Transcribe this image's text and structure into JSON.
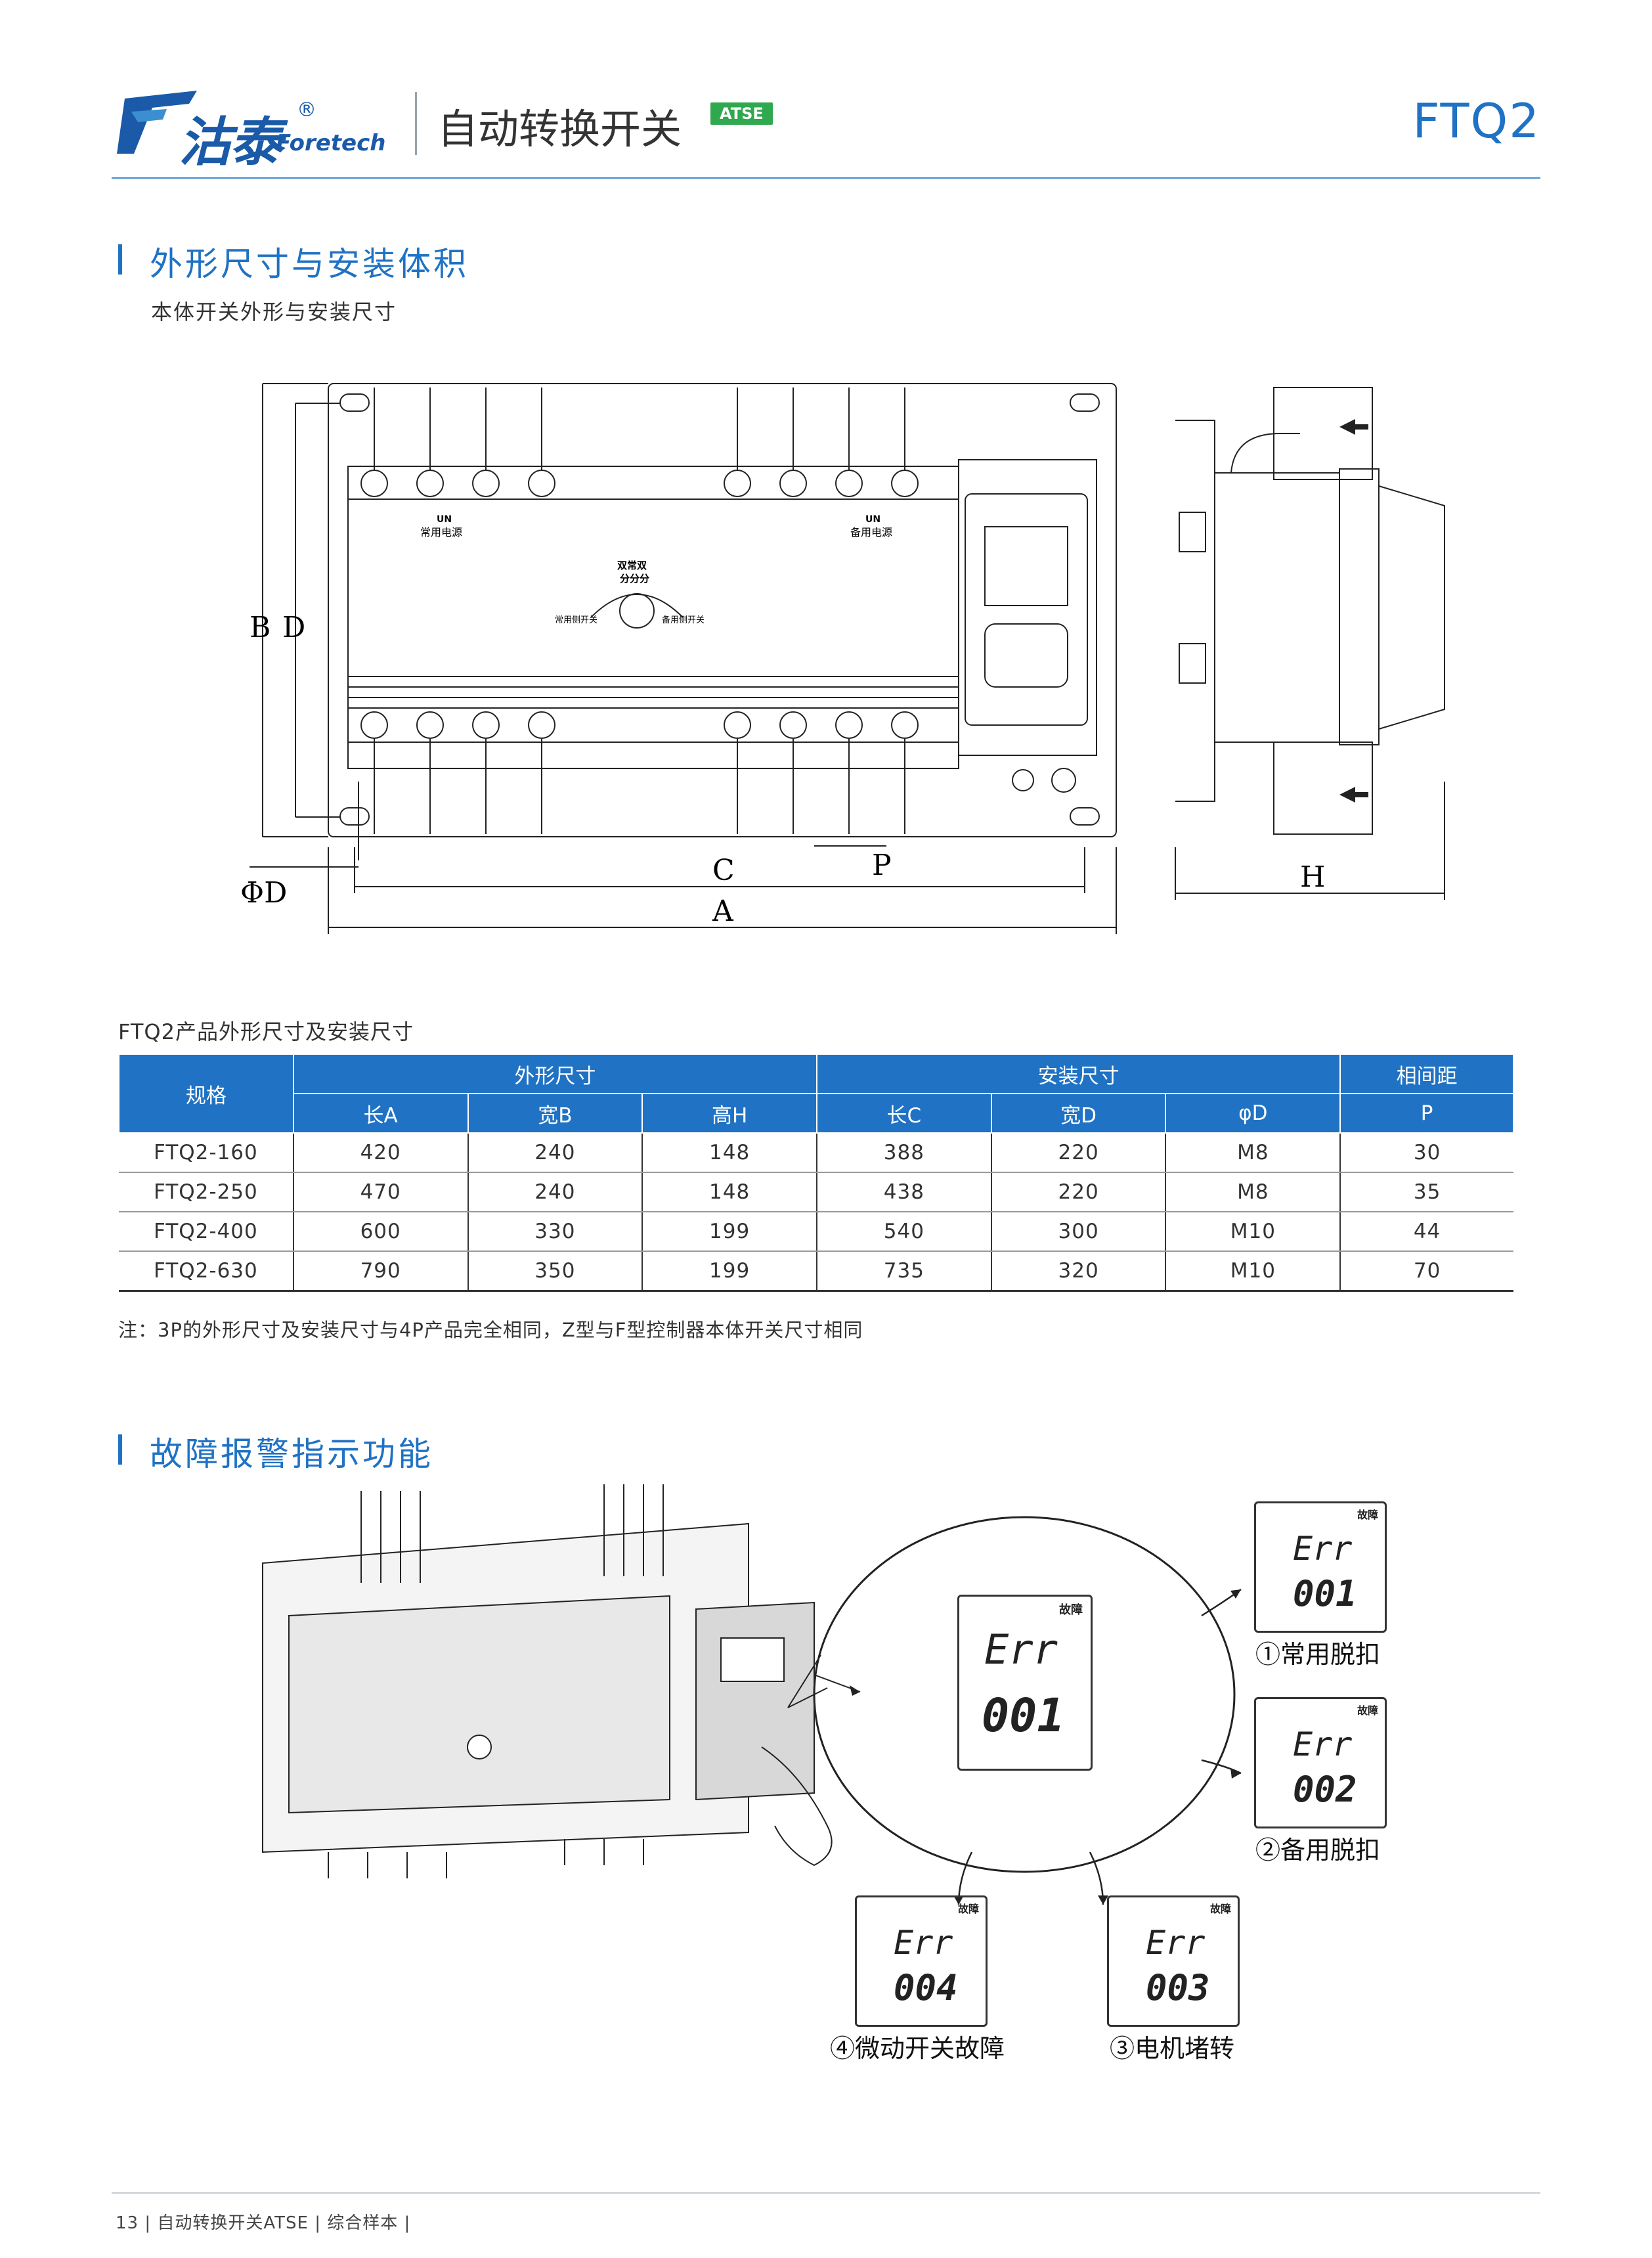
{
  "header": {
    "brand_cn": "沽泰",
    "brand_reg": "®",
    "brand_en": "Foretech",
    "title": "自动转换开关",
    "badge": "ATSE",
    "model": "FTQ2"
  },
  "section1": {
    "title": "外形尺寸与安装体积",
    "subtitle": "本体开关外形与安装尺寸"
  },
  "drawing": {
    "panel_left_label": "UN\n常用电源",
    "panel_left_un": "UN",
    "panel_left_text": "常用电源",
    "panel_right_un": "UN",
    "panel_right_text": "备用电源",
    "knob_top": "双常双",
    "knob_mid": "分分分",
    "knob_left": "常用侧开关",
    "knob_right": "备用侧开关",
    "dim_A": "A",
    "dim_B": "B",
    "dim_C": "C",
    "dim_D": "D",
    "dim_P": "P",
    "dim_H": "H",
    "dim_phiD": "ΦD"
  },
  "table": {
    "caption": "FTQ2产品外形尺寸及安装尺寸",
    "group_headers": {
      "spec": "规格",
      "outline": "外形尺寸",
      "install": "安装尺寸",
      "pitch": "相间距"
    },
    "sub_headers": [
      "长A",
      "宽B",
      "高H",
      "长C",
      "宽D",
      "φD",
      "P"
    ],
    "rows": [
      [
        "FTQ2-160",
        "420",
        "240",
        "148",
        "388",
        "220",
        "M8",
        "30"
      ],
      [
        "FTQ2-250",
        "470",
        "240",
        "148",
        "438",
        "220",
        "M8",
        "35"
      ],
      [
        "FTQ2-400",
        "600",
        "330",
        "199",
        "540",
        "300",
        "M10",
        "44"
      ],
      [
        "FTQ2-630",
        "790",
        "350",
        "199",
        "735",
        "320",
        "M10",
        "70"
      ]
    ],
    "note": "注：3P的外形尺寸及安装尺寸与4P产品完全相同，Z型与F型控制器本体开关尺寸相同"
  },
  "section2": {
    "title": "故障报警指示功能"
  },
  "fault": {
    "display_label": "故障",
    "err_text": "Err",
    "main_code": "001",
    "items": [
      {
        "code": "001",
        "caption": "①常用脱扣"
      },
      {
        "code": "002",
        "caption": "②备用脱扣"
      },
      {
        "code": "003",
        "caption": "③电机堵转"
      },
      {
        "code": "004",
        "caption": "④微动开关故障"
      }
    ]
  },
  "footer": {
    "text": "13 | 自动转换开关ATSE | 综合样本 |"
  },
  "colors": {
    "brand_blue": "#1f72c4",
    "badge_green": "#2fa84f"
  }
}
